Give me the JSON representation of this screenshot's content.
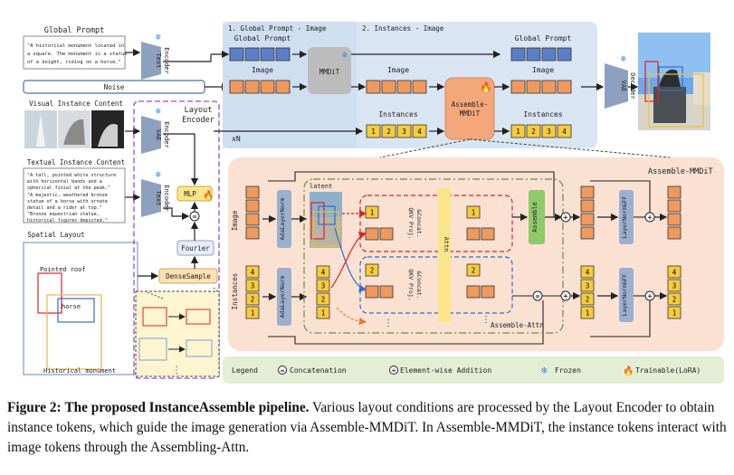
{
  "global_prompt": {
    "title": "Global Prompt",
    "text_lines": [
      "\"A historical monument located in",
      "a square. The monument is a statue",
      "of a knight, riding on a horse.\""
    ]
  },
  "noise_label": "Noise",
  "visual_instance": {
    "title": "Visual Instance Content"
  },
  "textual_instance": {
    "title": "Textual Instance Content",
    "lines_red": [
      "\"A tall, pointed white structure",
      "with horizontal bands and a",
      "spherical finial at the peak.\""
    ],
    "lines_blue": [
      "\"A majestic, weathered bronze",
      "statue of a horse with ornate",
      "detail and a rider at top.\""
    ],
    "lines_orange": [
      "\"Bronze equestrian statue,",
      "historical figures depicted.\""
    ]
  },
  "spatial_layout": {
    "title": "Spatial Layout",
    "box_labels": [
      "Pointed roof",
      "horse",
      "Historical monument"
    ]
  },
  "encoders": {
    "text_encoder": [
      "Text",
      "Encoder"
    ],
    "vae_encoder": [
      "VAE",
      "Encoder"
    ],
    "vae_decoder": [
      "VAE",
      "Decoder"
    ]
  },
  "layout_encoder": {
    "title_lines": [
      "Layout",
      "Encoder"
    ],
    "mlp": "MLP",
    "fourier": "Fourier",
    "densesample": "DenseSample"
  },
  "stage1": "1. Global Prompt - Image",
  "stage2": "2. Instances - Image",
  "mmdit": "MMDiT",
  "assemble_mmdit_block": [
    "Assemble-",
    "MMDiT"
  ],
  "labels": {
    "global_prompt": "Global Prompt",
    "image": "Image",
    "instances": "Instances",
    "xn": "xN"
  },
  "token_numbers": [
    "1",
    "2",
    "3",
    "4"
  ],
  "detail": {
    "title": "Assemble-MMDiT",
    "image_label": "Image",
    "instances_label": "Instances",
    "adalayernorm": "AdaLayerNorm",
    "latent": "latent",
    "qkv": [
      "QKV Proj.",
      "&Concat."
    ],
    "attn": "Attn",
    "assemble": "Assemble",
    "layernorm_ff": "LayerNorm&FF",
    "assemble_attn": "Assemble-Attn",
    "dots": "⋮"
  },
  "legend": {
    "title": "Legend",
    "concat": "Concatenation",
    "add": "Element-wise Addition",
    "frozen": "Frozen",
    "trainable": "Trainable(LoRA)"
  },
  "caption": {
    "label": "Figure 2:",
    "bold": "The proposed InstanceAssemble pipeline.",
    "rest": " Various layout conditions are processed by the Layout Encoder to obtain instance tokens, which guide the image generation via Assemble-MMDiT. In Assemble-MMDiT, the instance tokens interact with image tokens through the Assembling-Attn."
  },
  "colors": {
    "blue_token": "#5b7fc7",
    "orange_token": "#ee9a5e",
    "yellow_token": "#f6cc3c",
    "top_panel": "#d9e5f3",
    "detail_panel": "#fbe1d2",
    "legend_panel": "#e3eed6",
    "layout_encoder_border": "#9b4cc4",
    "assemble_green": "#8fc96a",
    "attn_yellow": "#fae58a"
  }
}
